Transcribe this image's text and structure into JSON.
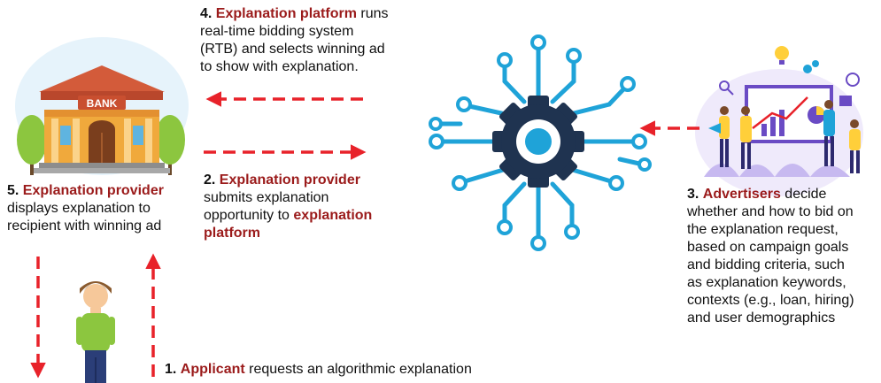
{
  "colors": {
    "highlight": "#9b1b1b",
    "arrow": "#e8222a",
    "gear_dark": "#1f3350",
    "circuit": "#1fa3d8",
    "bank_roof": "#d35b3a",
    "bank_wall": "#f0a93c"
  },
  "icons": [
    "bank-icon",
    "circuit-gear-icon",
    "advertisers-team-icon",
    "applicant-person-icon"
  ],
  "bank": {
    "sign": "BANK"
  },
  "step1": {
    "num": "1.",
    "actor": "Applicant",
    "text": "requests an algorithmic explanation"
  },
  "step2": {
    "num": "2.",
    "actor": "Explanation provider",
    "line1": "submits explanation",
    "line2": "opportunity to",
    "actor2_line1": "explanation",
    "actor2_line2": "platform"
  },
  "step3": {
    "num": "3.",
    "actor": "Advertisers",
    "line1": "decide",
    "lines": [
      "whether and how to bid on",
      "the explanation request,",
      "based on campaign goals",
      "and bidding criteria, such",
      "as explanation keywords,",
      "contexts (e.g., loan, hiring)",
      "and user demographics"
    ]
  },
  "step4": {
    "num": "4.",
    "actor": "Explanation platform",
    "line1": "runs",
    "lines": [
      "real-time bidding system",
      "(RTB) and selects winning ad",
      "to show with explanation."
    ]
  },
  "step5": {
    "num": "5.",
    "actor": "Explanation provider",
    "lines": [
      "displays explanation to",
      "recipient with winning ad"
    ]
  }
}
